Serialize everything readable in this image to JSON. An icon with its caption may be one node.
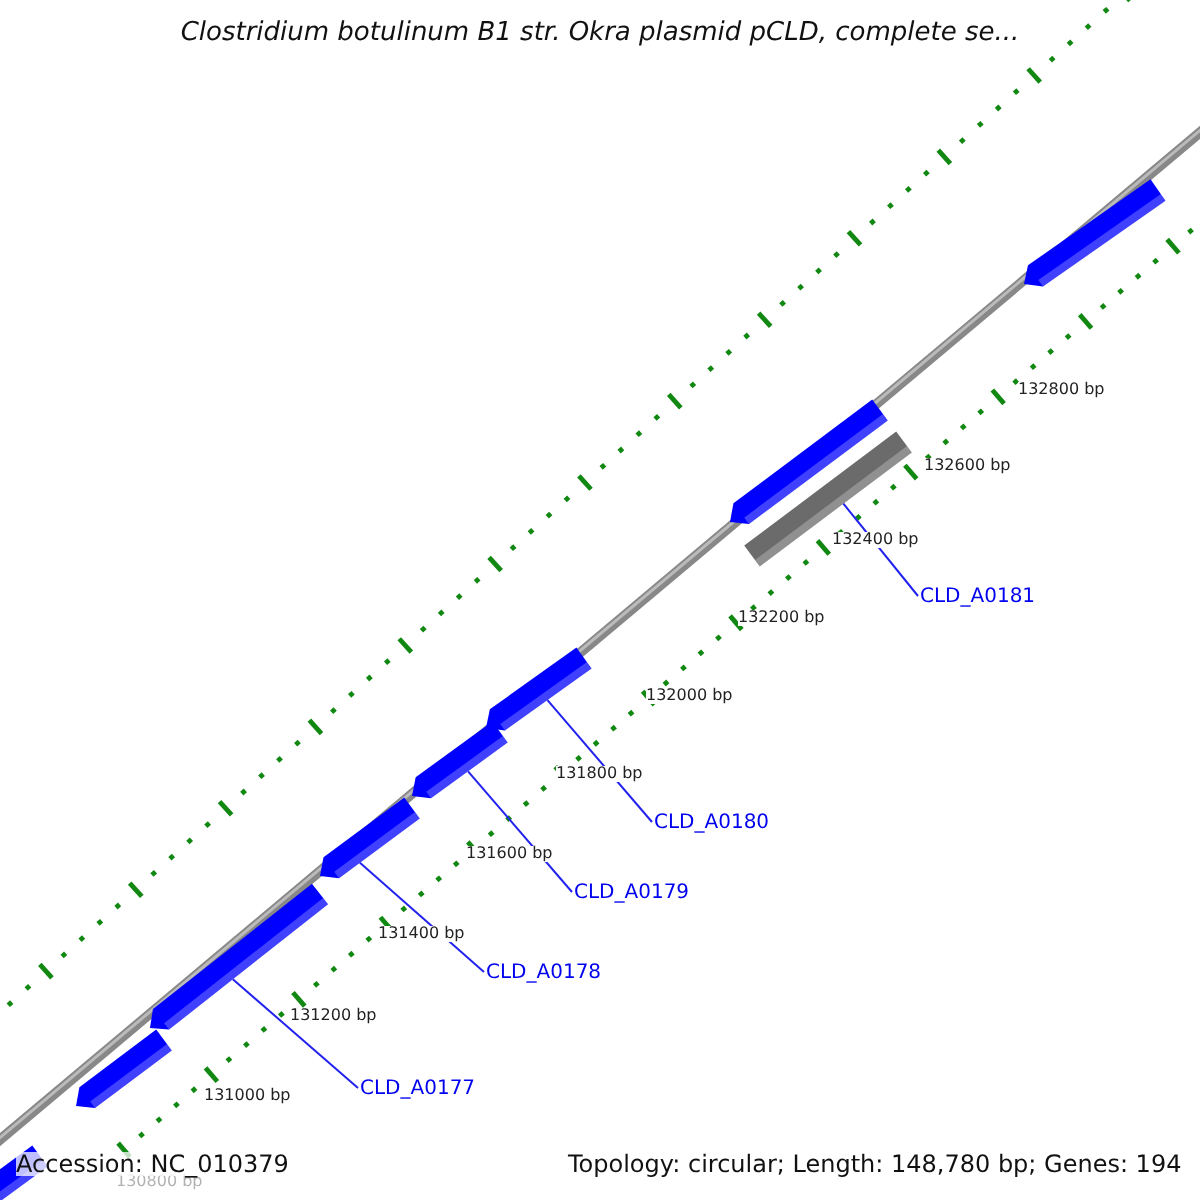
{
  "diagram": {
    "title": "Clostridium botulinum B1 str. Okra plasmid pCLD, complete se...",
    "nodes": [
      {
        "text": [
          "CLD_A0181"
        ]
      },
      {
        "text": [
          "CLD_A0180"
        ]
      },
      {
        "text": [
          "CLD_A0179"
        ]
      },
      {
        "text": [
          "CLD_A0178"
        ]
      },
      {
        "text": [
          "CLD_A0177"
        ]
      },
      {
        "text": [],
        "shape": "pentagon"
      },
      {
        "text": [],
        "shape": "pentagon"
      },
      {
        "text": [],
        "shape": "bar"
      },
      {
        "text": [],
        "shape": "pentagon"
      },
      {
        "text": [],
        "shape": "pentagon"
      },
      {
        "text": [],
        "shape": "pentagon"
      },
      {
        "text": [],
        "shape": "pentagon"
      },
      {
        "text": [],
        "shape": "pentagon"
      },
      {
        "text": [],
        "shape": "bar"
      }
    ],
    "edges": [
      {
        "from": 0,
        "to": 7,
        "arrow": "none"
      },
      {
        "from": 1,
        "to": 8,
        "arrow": "none"
      },
      {
        "from": 2,
        "to": 9,
        "arrow": "none"
      },
      {
        "from": 3,
        "to": 10,
        "arrow": "none"
      },
      {
        "from": 4,
        "to": 11,
        "arrow": "none"
      }
    ],
    "labels": [
      "132800 bp",
      "132600 bp",
      "132400 bp",
      "132200 bp",
      "132000 bp",
      "131800 bp",
      "131600 bp",
      "131400 bp",
      "131200 bp",
      "131000 bp",
      "Accession: NC_010379",
      "Topology: circular; Length: 148,780 bp; Genes: 194",
      "130800 bp"
    ]
  }
}
